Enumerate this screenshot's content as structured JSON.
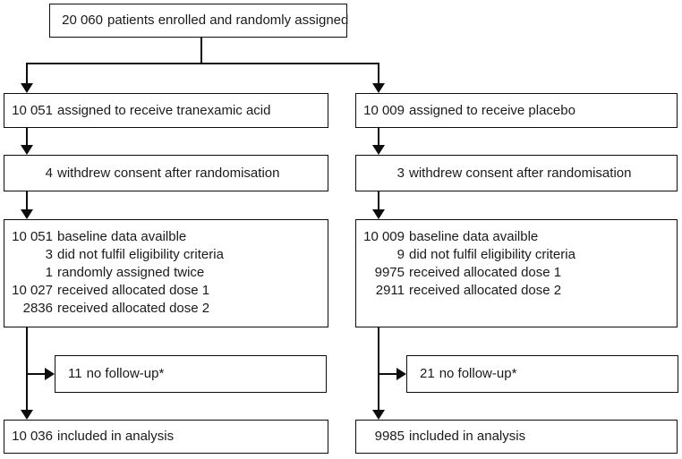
{
  "colors": {
    "line": "#0d0d0d",
    "text": "#1a1a1a",
    "background": "#ffffff"
  },
  "flowchart": {
    "enrolled": {
      "num": "20 060",
      "text": "patients enrolled and randomly assigned"
    },
    "left": {
      "assigned": {
        "num": "10 051",
        "text": "assigned to receive tranexamic acid"
      },
      "withdrew": {
        "num": "4",
        "text": "withdrew consent after randomisation"
      },
      "baseline": [
        {
          "num": "10 051",
          "text": "baseline data availble"
        },
        {
          "num": "3",
          "text": "did not fulfil eligibility criteria"
        },
        {
          "num": "1",
          "text": "randomly assigned twice"
        },
        {
          "num": "10 027",
          "text": "received allocated dose 1"
        },
        {
          "num": "2836",
          "text": "received allocated dose 2"
        }
      ],
      "followup": {
        "num": "11",
        "text": "no follow-up*"
      },
      "analysis": {
        "num": "10 036",
        "text": "included in analysis"
      }
    },
    "right": {
      "assigned": {
        "num": "10 009",
        "text": "assigned to receive placebo"
      },
      "withdrew": {
        "num": "3",
        "text": "withdrew consent after randomisation"
      },
      "baseline": [
        {
          "num": "10 009",
          "text": "baseline data availble"
        },
        {
          "num": "9",
          "text": "did not fulfil eligibility criteria"
        },
        {
          "num": "9975",
          "text": "received allocated dose 1"
        },
        {
          "num": "2911",
          "text": "received allocated dose 2"
        }
      ],
      "followup": {
        "num": "21",
        "text": "no follow-up*"
      },
      "analysis": {
        "num": "9985",
        "text": "included in analysis"
      }
    }
  }
}
